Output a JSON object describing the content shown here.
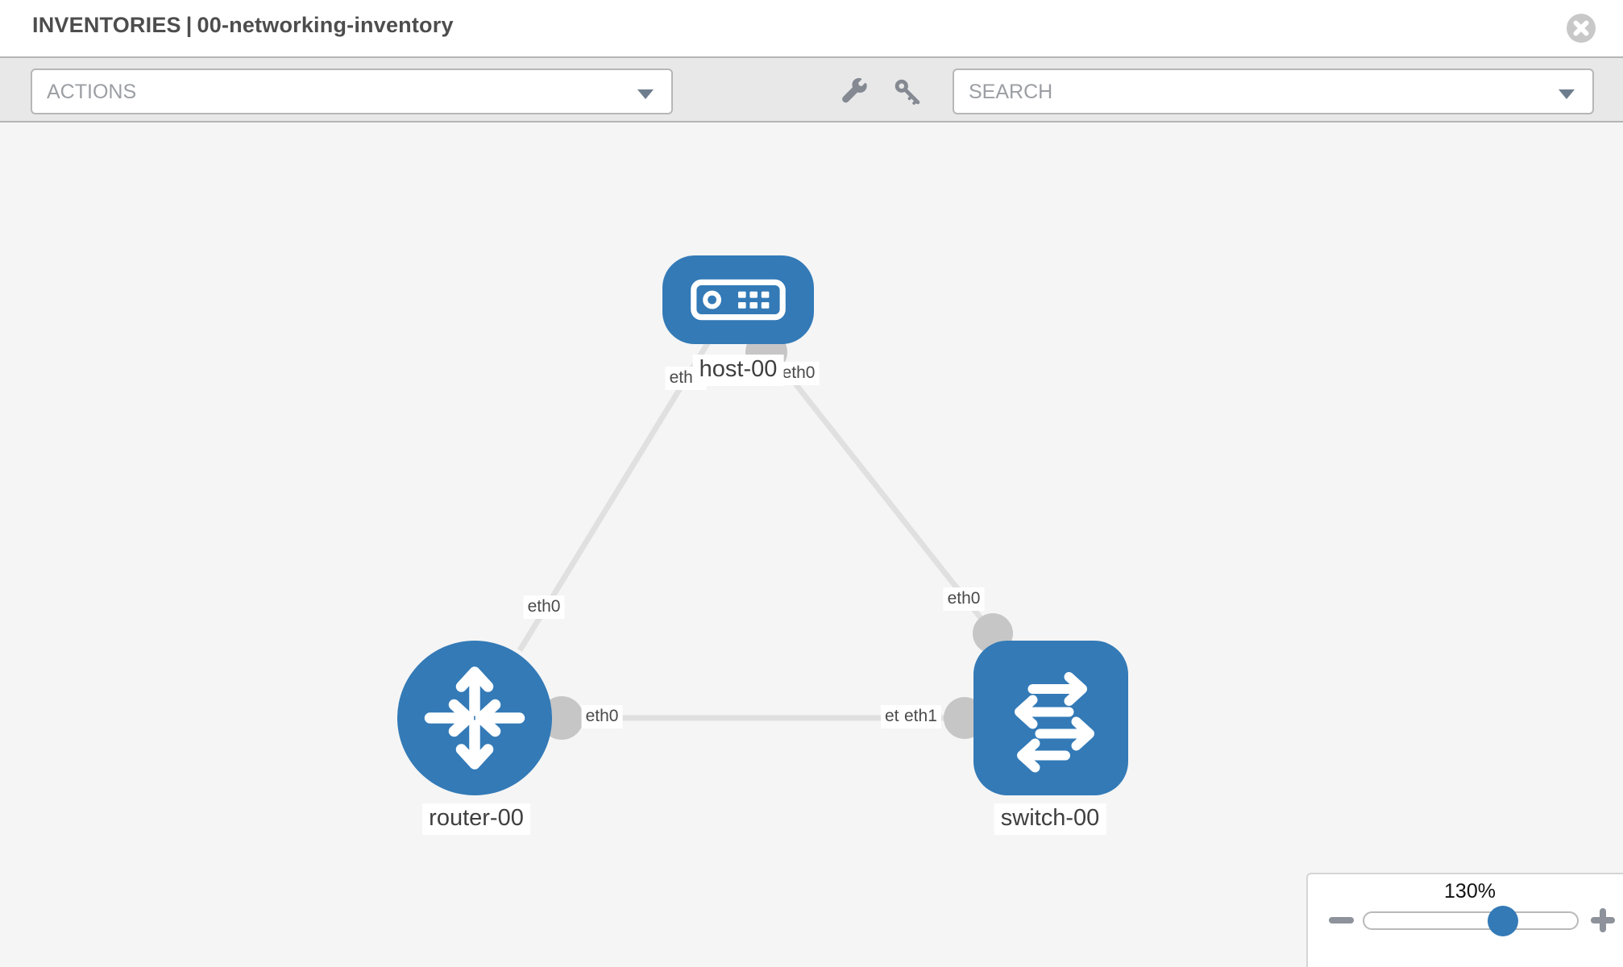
{
  "header": {
    "section": "INVENTORIES",
    "separator": "|",
    "inventory_name": "00-networking-inventory"
  },
  "toolbar": {
    "actions_label": "ACTIONS",
    "search_label": "SEARCH"
  },
  "icons": {
    "close": "close-icon",
    "caret": "chevron-down-icon",
    "wrench": "wrench-icon",
    "key": "key-icon",
    "host": "host-device-icon",
    "router": "router-arrows-icon",
    "switch": "switch-arrows-icon",
    "minus": "minus-icon",
    "plus": "plus-icon"
  },
  "colors": {
    "node_blue": "#337ab7",
    "connector_gray": "#c6c6c6",
    "link_gray": "#e0e0e0",
    "canvas_bg": "#f5f5f5",
    "toolbar_bg": "#e8e8e8"
  },
  "topology": {
    "nodes": [
      {
        "id": "host-00",
        "type": "host",
        "label": "host-00"
      },
      {
        "id": "router-00",
        "type": "router",
        "label": "router-00"
      },
      {
        "id": "switch-00",
        "type": "switch",
        "label": "switch-00"
      }
    ],
    "interfaces": {
      "host_left": "eth0",
      "host_right": "eth0",
      "router_top": "eth0",
      "router_right": "eth0",
      "switch_top": "eth0",
      "switch_left_back": "eth0",
      "switch_left_front": "eth1"
    },
    "links": [
      {
        "from": "host-00",
        "from_interface": "eth0",
        "to": "router-00",
        "to_interface": "eth0"
      },
      {
        "from": "host-00",
        "from_interface": "eth0",
        "to": "switch-00",
        "to_interface": "eth0"
      },
      {
        "from": "router-00",
        "from_interface": "eth0",
        "to": "switch-00",
        "to_interface": "eth1"
      }
    ]
  },
  "zoom_panel": {
    "level": "130%"
  }
}
